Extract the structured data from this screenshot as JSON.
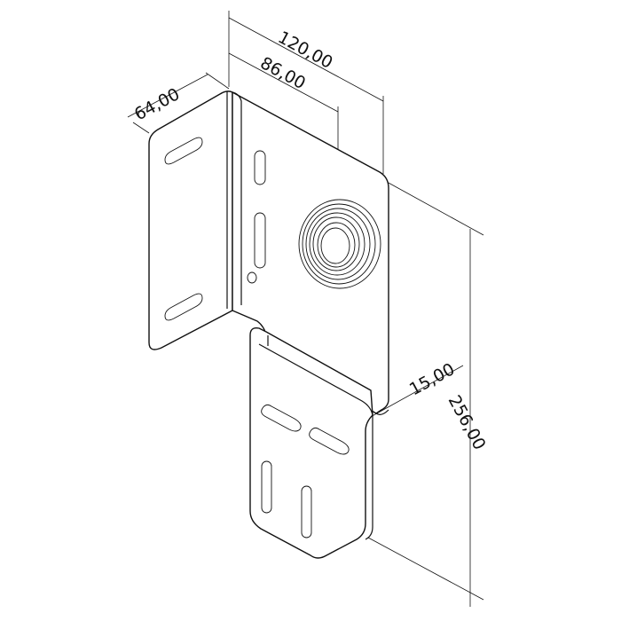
{
  "drawing": {
    "subject": "Bracket",
    "colors": {
      "line": "#111111",
      "background": "#ffffff"
    }
  },
  "dimensions": {
    "overall_width": "120,00",
    "hole_offset": "86,00",
    "flange_depth": "64,00",
    "foot_offset": "15,00",
    "overall_height": "256,00"
  }
}
